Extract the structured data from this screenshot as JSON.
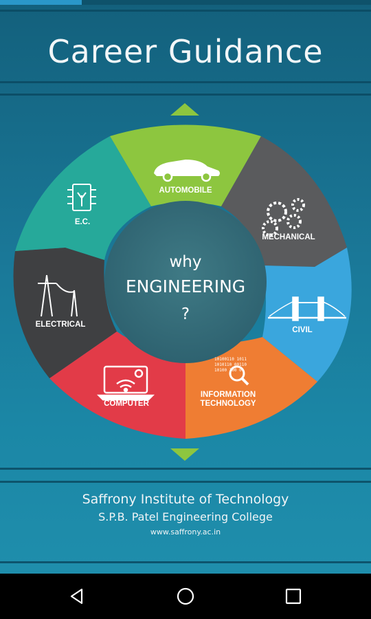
{
  "header": {
    "title": "Career Guidance"
  },
  "progress": {
    "fraction": 0.22
  },
  "wheel": {
    "center": {
      "line1": "why",
      "line2": "ENGINEERING",
      "line3": "?"
    },
    "segments": [
      {
        "id": "automobile",
        "label": "AUTOMOBILE",
        "color": "#8dc63f",
        "icon": "car-icon"
      },
      {
        "id": "mechanical",
        "label": "MECHANICAL",
        "color": "#5a5b5d",
        "icon": "gears-icon"
      },
      {
        "id": "civil",
        "label": "CIVIL",
        "color": "#3aa6dd",
        "icon": "bridge-icon"
      },
      {
        "id": "it",
        "label": "INFORMATION",
        "label2": "TECHNOLOGY",
        "color": "#ef7d33",
        "icon": "magnifier-binary-icon"
      },
      {
        "id": "computer",
        "label": "COMPUTER",
        "color": "#e23b48",
        "icon": "laptop-wifi-icon"
      },
      {
        "id": "electrical",
        "label": "ELECTRICAL",
        "color": "#3f4042",
        "icon": "power-tower-icon"
      },
      {
        "id": "ec",
        "label": "E.C.",
        "color": "#26a99a",
        "icon": "chip-icon"
      }
    ]
  },
  "footer": {
    "institute": "Saffrony Institute of Technology",
    "college": "S.P.B. Patel Engineering College",
    "website": "www.saffrony.ac.in"
  },
  "navbar": {
    "back": "back-icon",
    "home": "home-icon",
    "recents": "recents-icon"
  }
}
